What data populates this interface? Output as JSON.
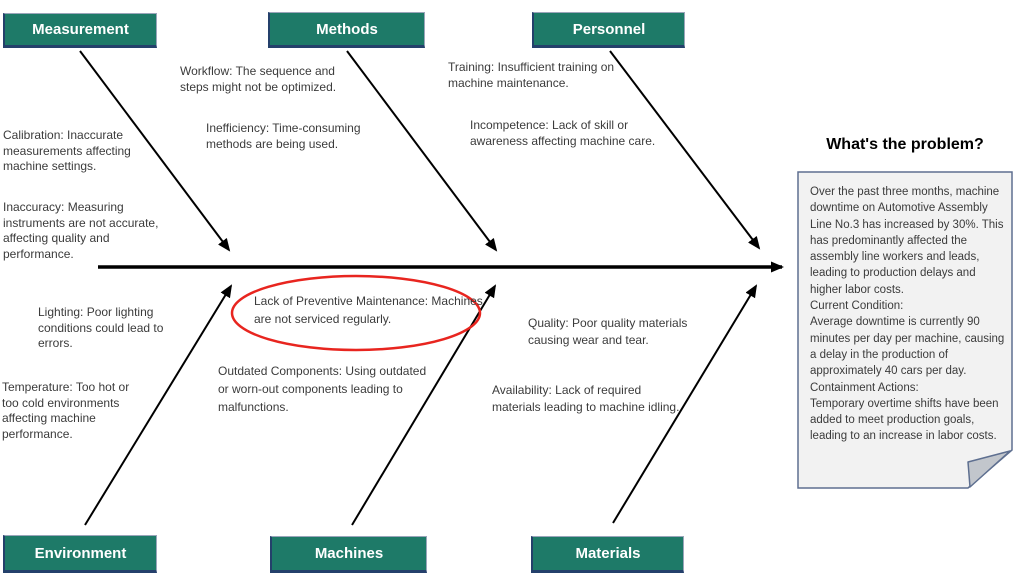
{
  "diagram_type": "fishbone-ishikawa",
  "colors": {
    "category_fill": "#1E7A68",
    "category_text": "#FFFFFF",
    "category_edge_dark": "#24406B",
    "category_edge_light": "#9AA5BA",
    "spine_line": "#000000",
    "cause_text": "#3B3B3B",
    "highlight_ellipse": "#E8251F",
    "note_fill": "#F2F2F2",
    "note_border": "#5E6F90",
    "note_fold": "#C2C6CC"
  },
  "categories": [
    {
      "label": "Measurement",
      "position": "top-left",
      "causes": [
        "Calibration: Inaccurate measurements affecting machine settings.",
        "Inaccuracy: Measuring instruments are not accurate, affecting quality and performance."
      ]
    },
    {
      "label": "Methods",
      "position": "top-center",
      "causes": [
        "Workflow: The sequence and steps might not be optimized.",
        "Inefficiency: Time-consuming methods are being used."
      ]
    },
    {
      "label": "Personnel",
      "position": "top-right",
      "causes": [
        "Training: Insufficient training on machine maintenance.",
        "Incompetence: Lack of skill or awareness affecting machine care."
      ]
    },
    {
      "label": "Environment",
      "position": "bottom-left",
      "causes": [
        "Lighting: Poor lighting conditions could lead to errors.",
        "Temperature: Too hot or too cold environments affecting machine performance."
      ]
    },
    {
      "label": "Machines",
      "position": "bottom-center",
      "causes": [
        "Lack of Preventive Maintenance: Machines are not serviced regularly.",
        "Outdated Components: Using outdated or worn-out components leading to malfunctions."
      ]
    },
    {
      "label": "Materials",
      "position": "bottom-right",
      "causes": [
        "Quality: Poor quality materials causing wear and tear.",
        "Availability: Lack of required materials leading to machine idling."
      ]
    }
  ],
  "highlight": {
    "shape": "red-ellipse",
    "circled_cause": "Lack of Preventive Maintenance: Machines are not serviced regularly."
  },
  "problem": {
    "heading": "What's the problem?",
    "statement": "Over the past three months, machine downtime on Automotive Assembly Line No.3 has increased by 30%. This has predominantly affected the assembly line workers and leads, leading to production delays and higher labor costs.",
    "current_condition_label": "Current Condition:",
    "current_condition": "Average downtime is currently 90 minutes per day per machine, causing a delay in the production of approximately 40 cars per day.",
    "containment_actions_label": "Containment Actions:",
    "containment_actions": "Temporary overtime shifts have been added to meet production goals, leading to an increase in labor costs."
  }
}
